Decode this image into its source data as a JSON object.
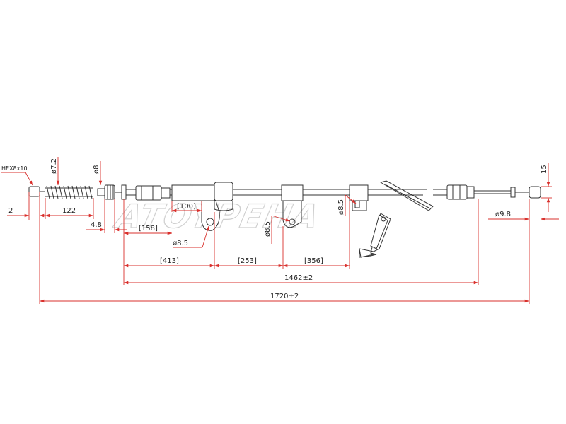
{
  "watermark": "ATOYPEHA",
  "labels": {
    "hex": "HEX8x10",
    "d72": "ø7.2",
    "d8": "ø8",
    "d2": "2",
    "d122": "122",
    "d48": "4.8",
    "d158": "[158]",
    "d100": "[100]",
    "d85a": "ø8.5",
    "d85b": "ø8.5",
    "d85c": "ø8.5",
    "d413": "[413]",
    "d253": "[253]",
    "d356": "[356]",
    "d1462": "1462±2",
    "d1720": "1720±2",
    "d15": "15",
    "d98": "ø9.8"
  }
}
